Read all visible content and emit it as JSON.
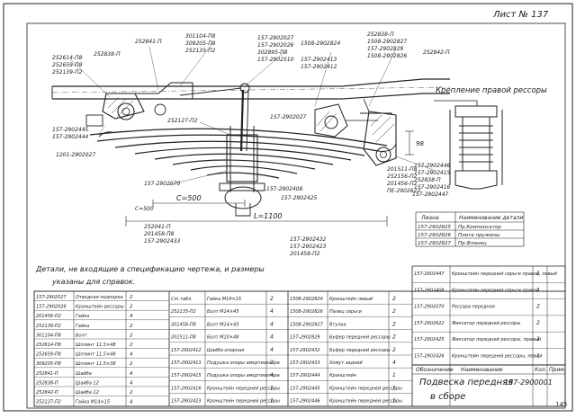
{
  "sheet_title": "Лист № 137",
  "page_number": "145",
  "right_heading": "Крепление правой рессоры",
  "dimensions": {
    "l_500": "C=500",
    "l_1100": "L=1100",
    "d_98": "98"
  },
  "part_labels": [
    {
      "t": "252841-П"
    },
    {
      "t": "252838-П"
    },
    {
      "t": "252614-П8"
    },
    {
      "t": "252659-П8"
    },
    {
      "t": "252139-П2"
    },
    {
      "t": "301104-П8"
    },
    {
      "t": "309205-П8"
    },
    {
      "t": "252135-П2"
    },
    {
      "t": "157-2902027"
    },
    {
      "t": "157-2902026"
    },
    {
      "t": "302895-П8"
    },
    {
      "t": "157-2902510"
    },
    {
      "t": "1508-2902824"
    },
    {
      "t": "157-2902413"
    },
    {
      "t": "157-2902412"
    },
    {
      "t": "252838-П"
    },
    {
      "t": "1508-2902827"
    },
    {
      "t": "157-2902829"
    },
    {
      "t": "1508-2902826"
    },
    {
      "t": "252842-П"
    },
    {
      "t": "157-2902445"
    },
    {
      "t": "157-2902444"
    },
    {
      "t": "252127-П2"
    },
    {
      "t": "157-2902027"
    },
    {
      "t": "157-2902446"
    },
    {
      "t": "157-2902415"
    },
    {
      "t": "252838-П"
    },
    {
      "t": "157-2902416"
    },
    {
      "t": "157-2902447"
    },
    {
      "t": "201511-П8"
    },
    {
      "t": "252156-П2"
    },
    {
      "t": "201456-П2"
    },
    {
      "t": "ПЕ-2902622"
    },
    {
      "t": "1201-2902027"
    },
    {
      "t": "157-2902070"
    },
    {
      "t": "С=500"
    },
    {
      "t": "252041-П"
    },
    {
      "t": "201458-П8"
    },
    {
      "t": "157-2902433"
    },
    {
      "t": "157-2902432"
    },
    {
      "t": "157-2902423"
    },
    {
      "t": "201458-П2"
    },
    {
      "t": "157-2902408"
    },
    {
      "t": "157-2902425"
    }
  ],
  "notes": {
    "line1": "Детали, не входящие в спецификацию чертежа, и размеры",
    "line2": "указаны для справок."
  },
  "small_table": {
    "header": [
      "Лиана",
      "Наименование детали"
    ],
    "rows": [
      [
        "157-2902825",
        "Пр.Компенсатор"
      ],
      [
        "157-2902826",
        "Плита пружины"
      ],
      [
        "157-2902827",
        "Пр.Фланец"
      ]
    ]
  },
  "spec_left": [
    [
      "157-2902027",
      "Отводная подпорка",
      "2"
    ],
    [
      "157-2902026",
      "Кронштейн рессоры",
      "2"
    ],
    [
      "201456-П2",
      "Гайка",
      "4"
    ],
    [
      "252139-П2",
      "Гайка",
      "2"
    ],
    [
      "301104-П8",
      "Болт",
      "2"
    ],
    [
      "252614-П8",
      "Шплинт 11.5×48",
      "2"
    ],
    [
      "252659-П8",
      "Шплинт 11.5×48",
      "4"
    ],
    [
      "309205-П8",
      "Шплинт 11.5×38",
      "2"
    ],
    [
      "252841-П",
      "Шайба",
      "4"
    ],
    [
      "252838-П",
      "Шайба 12",
      "4"
    ],
    [
      "252842-П",
      "Шайба 12",
      "2"
    ],
    [
      "252127-П2",
      "Гайка М14×15",
      "4"
    ]
  ],
  "spec_mid": [
    [
      "Cm.табл.",
      "Гайка М14×15",
      "2"
    ],
    [
      "252135-П2",
      "Болт М14×45",
      "4"
    ],
    [
      "201458-П8",
      "Болт М14×45",
      "4"
    ],
    [
      "201511-П8",
      "Болт М10×48",
      "4"
    ],
    [
      "157-2902412",
      "Шайба опорная",
      "4"
    ],
    [
      "157-2902413",
      "Подушка опоры амортизатора",
      "2"
    ],
    [
      "157-2902415",
      "Подушка опоры амортизатора",
      "4"
    ],
    [
      "157-2902416",
      "Кронштейн передней рессоры",
      "1"
    ],
    [
      "157-2902423",
      "Кронштейн передней рессоры",
      "1"
    ]
  ],
  "spec_mid2": [
    [
      "1508-2902824",
      "Кронштейн левый",
      "2"
    ],
    [
      "1508-2902826",
      "Палец серьги",
      "2"
    ],
    [
      "1508-2902827",
      "Втулка",
      "2"
    ],
    [
      "157-2902829",
      "Буфер передней рессоры",
      "2"
    ],
    [
      "157-2902432",
      "Буфер передней рессоры",
      "2"
    ],
    [
      "157-2902433",
      "Хомут задний",
      "4"
    ],
    [
      "157-2902444",
      "Кронштейн",
      "1"
    ],
    [
      "157-2902445",
      "Кронштейн передней рессоры",
      "1"
    ],
    [
      "157-2902446",
      "Кронштейн передней рессоры",
      "1"
    ]
  ],
  "spec_right": [
    [
      "157-2902447",
      "Кронштейн передней серьги правой, левый",
      "1"
    ],
    [
      "157-2902408",
      "Кронштейн передней серьги правой",
      "1"
    ],
    [
      "157-2902070",
      "Рессора передняя",
      "2"
    ],
    [
      "157-2902622",
      "Фиксатор передней рессоры",
      "2"
    ],
    [
      "157-2902425",
      "Фиксатор передней рессоры, правый",
      "1"
    ],
    [
      "157-2902426",
      "Кронштейн передней рессоры, левый",
      "1"
    ]
  ],
  "title_block": {
    "col_headers": [
      "Обозначение",
      "Наименование",
      "Кол.",
      "Прим."
    ],
    "name_line1": "Подвеска передняя",
    "name_line2": "в сборе",
    "number": "157-2900001"
  }
}
